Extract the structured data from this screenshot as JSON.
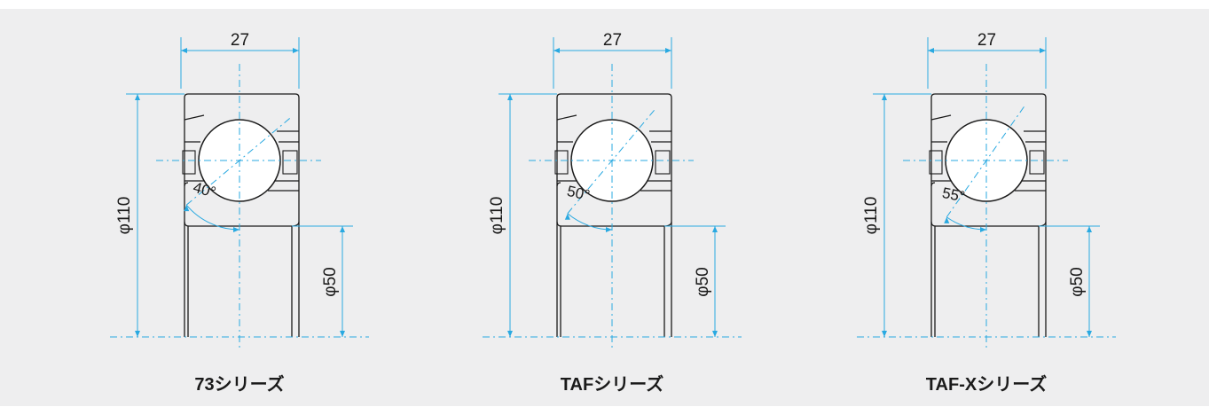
{
  "colors": {
    "background": "#eeeeef",
    "outline": "#1a1a1a",
    "dimension": "#29a9e1",
    "centerline": "#29a9e1",
    "label": "#1a1a1a"
  },
  "diagrams": [
    {
      "series_label": "73シリーズ",
      "width_label": "27",
      "outer_diameter_label": "φ110",
      "bore_diameter_label": "φ50",
      "contact_angle_label": "40°",
      "contact_angle_deg": 40
    },
    {
      "series_label": "TAFシリーズ",
      "width_label": "27",
      "outer_diameter_label": "φ110",
      "bore_diameter_label": "φ50",
      "contact_angle_label": "50°",
      "contact_angle_deg": 50
    },
    {
      "series_label": "TAF-Xシリーズ",
      "width_label": "27",
      "outer_diameter_label": "φ110",
      "bore_diameter_label": "φ50",
      "contact_angle_label": "55°",
      "contact_angle_deg": 55
    }
  ]
}
